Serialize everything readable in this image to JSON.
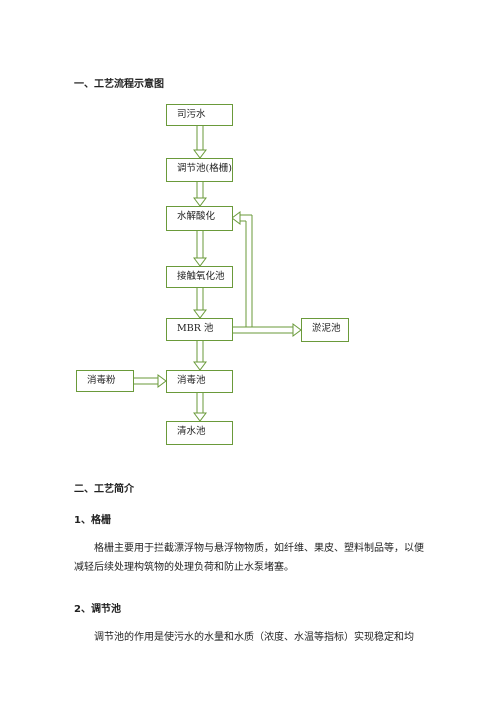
{
  "sections": {
    "s1_title": "一、工艺流程示意图",
    "s2_title": "二、工艺简介",
    "item1_title": "1、格栅",
    "item1_text": "格栅主要用于拦截漂浮物与悬浮物物质，如纤维、果皮、塑料制品等，以便减轻后续处理构筑物的处理负荷和防止水泵堵塞。",
    "item2_title": "2、调节池",
    "item2_text": "调节池的作用是使污水的水量和水质（浓度、水温等指标）实现稳定和均"
  },
  "flow": {
    "nodes": {
      "sewage": "司污水",
      "regulating": "调节池(格栅)",
      "hydrolysis": "水解酸化",
      "contact": "接触氧化池",
      "mbr": "MBR 池",
      "sludge": "淤泥池",
      "disinfectant": "消毒粉",
      "disinfection": "消毒池",
      "clear": "清水池"
    },
    "line_color": "#6a9a3a"
  }
}
